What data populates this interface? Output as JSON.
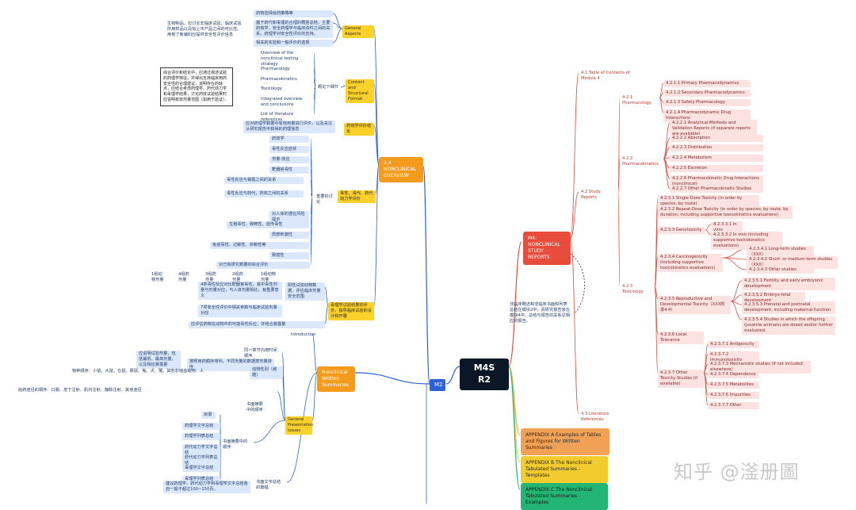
{
  "center": "M4S R2",
  "m2": "M2",
  "m4": "M4:\nNONCLINICAL\nSTUDY REPORTS",
  "overview": "2.4\nNONCLINICAL\nOVERVIEW",
  "summaries": "Nonclinical\nWritten\nSummaries",
  "appendices": [
    "APPENDIX A Examples of Tables and Figures for Written Summaries",
    "APPENDIX B The Nonclinical Tabulated Summaries - Templates",
    "APPENDIX C The Nonclinical Tabulated Summaries - Examples"
  ],
  "right_note": "非临床概述和非临床书面和列表总结在模块2中，而研究报告放在模块4中，总结与报告的关系见相应的报告。",
  "m4_children": {
    "toc": "4.1 Table of Contents of Module 4",
    "study_reports": "4.2 Study Reports",
    "literature": "4.3 Literature References",
    "pharmacology": "4.2.1 Pharmacology",
    "pharmacology_items": [
      "4.2.1.1 Primary Pharmacodynamics",
      "4.2.1.2 Secondary Pharmacodynamics",
      "4.2.1.3 Safety Pharmacology",
      "4.2.1.4 Pharmacodynamic Drug Interactions"
    ],
    "pk": "4.2.2 Pharmacokinetics",
    "pk_items": [
      "4.2.2.1 Analytical Methods and Validation Reports (if separate reports are available)",
      "4.2.2.2 Absorption",
      "4.2.2.3 Distribution",
      "4.2.2.4 Metabolism",
      "4.2.2.5 Excretion",
      "4.2.2.6 Pharmacokinetic Drug Interactions (nonclinical)",
      "4.2.2.7 Other Pharmacokinetic Studies"
    ],
    "tox": "4.2.3 Toxicology",
    "tox_items": [
      "4.2.3.1 Single-Dose Toxicity (in order by species, by route)",
      "4.2.3.2 Repeat-Dose Toxicity (in order by species, by route, by duration; including supportive toxicokinetics evaluations)",
      "4.2.3.3 Genotoxicity",
      "4.2.3.4 Carcinogenicity (including supportive toxicokinetics evaluations)",
      "4.2.3.5 Reproductive and Developmental Toxicity（XXX附录4.4）",
      "4.2.3.6 Local Tolerance",
      "4.2.3.7 Other Toxicity Studies (if available)"
    ],
    "geno_items": [
      "4.2.3.3.1 In vitro",
      "4.2.3.3.2 In vivo (including supportive toxicokinetics evaluations)"
    ],
    "carc_items": [
      "4.2.3.4.1 Long-term studies（XXX）",
      "4.2.3.4.2 Short- or medium-term studies（XXX）",
      "4.2.3.4.3 Other studies"
    ],
    "repro_items": [
      "4.2.3.5.1 Fertility and early embryonic development",
      "4.2.3.5.2 Embryo-fetal development",
      "4.2.3.5.3 Prenatal and postnatal development, including maternal function",
      "4.2.3.5.4 Studies in which the offspring (juvenile animals) are dosed and/or further evaluated."
    ],
    "other_items": [
      "4.2.3.7.1 Antigenicity",
      "4.2.3.7.2 Immunotoxicity",
      "4.2.3.7.3 Mechanistic studies (if not included elsewhere)",
      "4.2.3.7.4 Dependence",
      "4.2.3.7.5 Metabolites",
      "4.2.3.7.6 Impurities",
      "4.2.3.7.7 Other"
    ]
  },
  "overview_children": {
    "general_aspects": "General Aspects",
    "ga_items": [
      "药物选择给药策略等",
      "基于药代和毒理的合理的概括总结，主要药效学，安全药理学与临床资料之间的关系。药理学对安全性评价的支持。",
      "相关的实验和一般评价的选择"
    ],
    "ga_left": "生物制品，应讨论非临床试验，临床试验所用样品以及拟上市产品之间的可比性。用到了新辅料应提供安全性评价信息",
    "content_format": "Content and Structural Format",
    "cf_sub": "概论下细节",
    "cf_items": [
      "Overview of the nonclinical testing strategy",
      "Pharmacology",
      "Pharmacokinetics",
      "Toxicology",
      "Integrated overview and conclusions",
      "List of literature references"
    ],
    "note_left": "综合评价和结论中，应通过阐述试验的药理学特征，并得出支持临床用药安全性的合理建议。说明存在的缺点，应结合考虑药理学、药代动力学和毒理学结果，讨论药效试验结果时应说明有效剂量范围（如用于验证）。",
    "pharma_eval": "药效学评价结论",
    "pharma_eval_note": "应对药理学数据中有效用量进行评价，以及关注从研究报告中获得的药理信息",
    "tox_eval": "毒性、毒代、药代动力学评价",
    "tox_items": [
      "药效学",
      "毒性反应症状",
      "剂量-效应",
      "靶器官毒性",
      "毒性反应与暴露之间的关系",
      "毒性反应与药代、药效之间的关系",
      "对人体的潜在风险提示",
      "生殖毒性、致畸性、遗传毒性",
      "局部刺激性",
      "免疫毒性、过敏性、依赖性等",
      "致癌性",
      "对已有研究数据的综合评价"
    ],
    "tox_eval_left": "重要的讨论",
    "safety_eval": "毒理学试验结果的评价，指导临床试验的设计和开展",
    "safety_items": [
      "1组动物剂量",
      "4组药剂量",
      "3组药剂量",
      "2组药剂量",
      "1组动物剂量",
      "4类毒性反应对比靶器官毒性，其中毒性剂量与剂量对应，与人体剂量相比，有重要意义",
      "7项安全性评价中相关参数与临床试验剂量对应"
    ],
    "safety_sub": "阳性试验动物数据，评估临床剂量安全范围",
    "safety_bottom": "应评估药物在动物中的可能毒性反应，并结合暴露量"
  },
  "summaries_children": {
    "intro": "Introduction",
    "gpi": "General Presentation Issues",
    "gpi_items": [
      "同一章节内按时间顺序",
      "按照用药顺序排列，不同剂量的数据按剂量排序",
      "应说明试验剂量，包括最低、最高剂量，以及相应暴露量",
      "物种顺序：小鼠、大鼠、仓鼠、豚鼠、兔、犬、猴、其他非啮齿动物、人",
      "动物性别（雌雄）",
      "给药途径的顺序：口服、皮下注射、肌内注射、静脉注射、其他途径"
    ],
    "text_order": "书面摘要中的顺序",
    "text_items": [
      "目录",
      "药理学文字总结",
      "药理学列表总结",
      "药代动力学文字总结",
      "药代动力学列表总结",
      "毒理学文字总结",
      "毒理学列表总结"
    ],
    "length": "书面文字总结的篇幅",
    "length_note": "建议药理学、药代动力学和毒理学文字总结各自一般不超过100~150页。"
  },
  "watermark": "知乎 @滏册圖"
}
